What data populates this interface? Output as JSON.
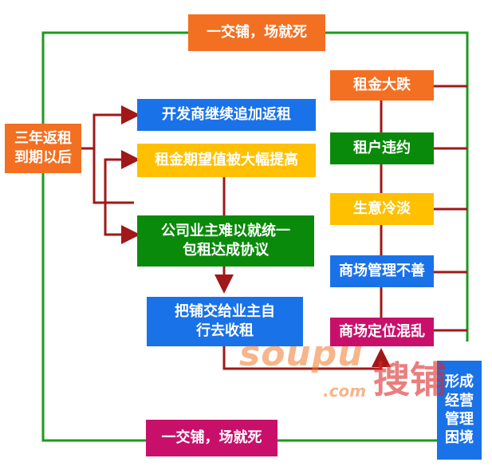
{
  "nodes": {
    "top_banner": "一交铺，场就死",
    "bottom_banner": "一交铺，场就死",
    "start": "三年返租\n到期以后",
    "developer": "开发商继续追加返租",
    "rent_expect": "租金期望值被大幅提高",
    "owners_agree": "公司业主难以就统一\n包租达成协议",
    "owners_rent": "把铺交给业主自\n行去收租",
    "rent_drop": "租金大跌",
    "tenant_breach": "租户违约",
    "business_cold": "生意冷淡",
    "poor_management": "商场管理不善",
    "positioning_chaos": "商场定位混乱",
    "operation_difficulty": "形成\n经营\n管理\n困境"
  },
  "watermark": {
    "text": "soupu",
    "domain": ".com",
    "brand": "搜铺"
  },
  "colors": {
    "orange": "#f36f21",
    "blue": "#1a72e8",
    "yellow": "#ffc000",
    "green": "#0a8a0a",
    "magenta": "#c8106b",
    "loop_line": "#1c9a1c",
    "arrow": "#a01818"
  }
}
